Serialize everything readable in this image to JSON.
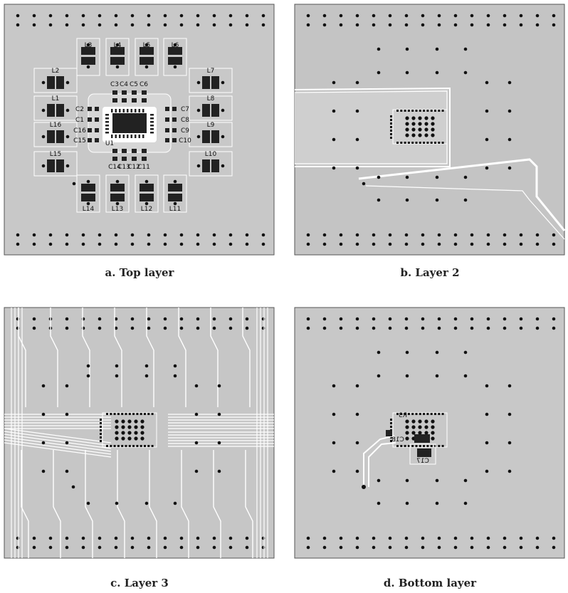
{
  "captions": {
    "a": "a. Top layer",
    "b": "b. Layer 2",
    "c": "c. Layer 3",
    "d": "d. Bottom layer"
  },
  "top_layer": {
    "inductors_top": [
      "L3",
      "L4",
      "L5",
      "L6"
    ],
    "inductors_bottom": [
      "L14",
      "L13",
      "L12",
      "L11"
    ],
    "inductors_left": [
      "L2",
      "L1",
      "L16",
      "L15"
    ],
    "inductors_right": [
      "L7",
      "L8",
      "L9",
      "L10"
    ],
    "caps_top": [
      "C3",
      "C4",
      "C5",
      "C6"
    ],
    "caps_bottom": [
      "C14",
      "C13",
      "C12",
      "C11"
    ],
    "caps_left": [
      "C2",
      "C1",
      "C16",
      "C15"
    ],
    "caps_right": [
      "C7",
      "C8",
      "C9",
      "C10"
    ],
    "ic": "U1"
  },
  "bottom_layer": {
    "labels": [
      "R3",
      "C18",
      "C17"
    ]
  },
  "colors": {
    "board": "#c8c8c8",
    "board_dark": "#bdbdbd",
    "trace": "#ffffff",
    "pad": "#222222",
    "via": "#111111"
  }
}
